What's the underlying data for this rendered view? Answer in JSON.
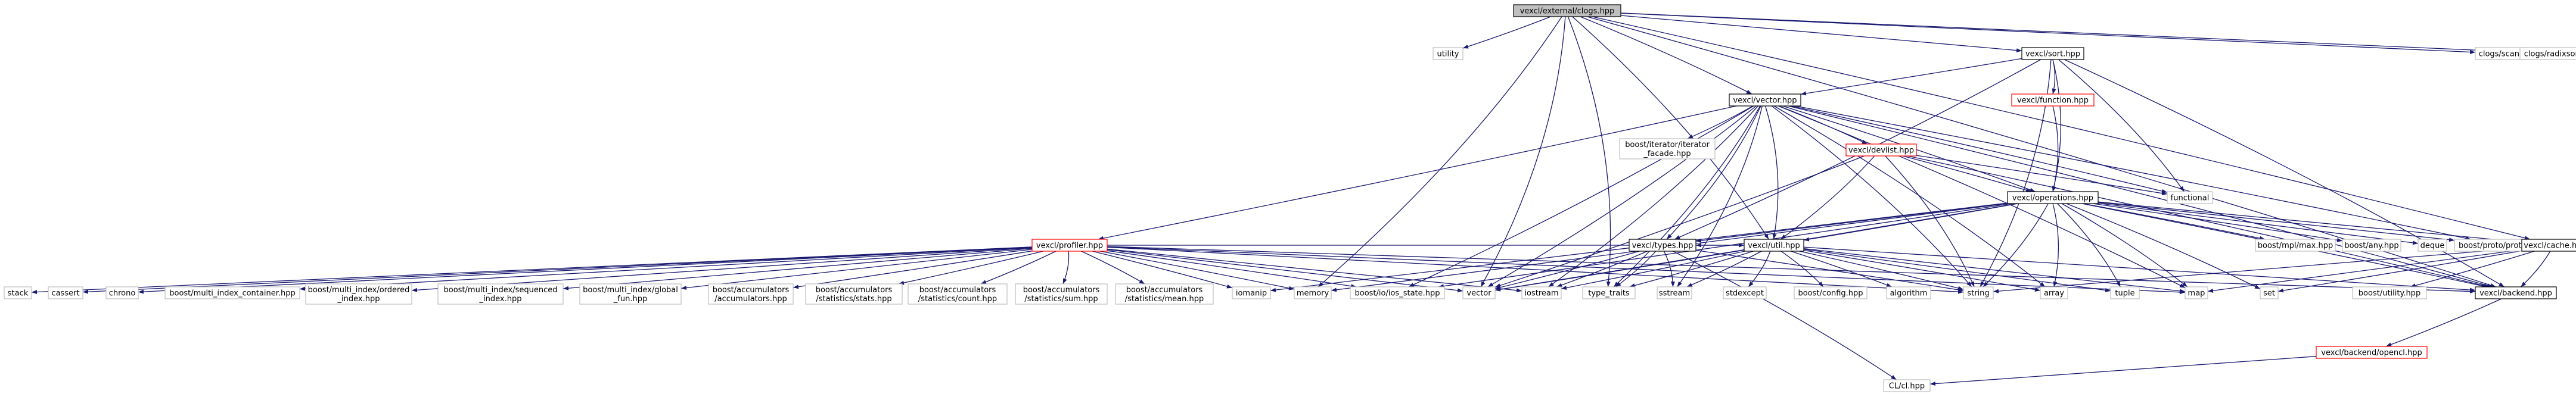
{
  "colors": {
    "edge": "#191970",
    "root_fill": "#bfbfbf",
    "root_stroke": "#000000",
    "doc_stroke": "#000000",
    "undoc_stroke": "#ff0000",
    "external_stroke": "#bfbfbf"
  },
  "nodes": [
    {
      "id": "clogs",
      "lines": [
        "vexcl/external/clogs.hpp"
      ],
      "kind": "root"
    },
    {
      "id": "utility",
      "lines": [
        "utility"
      ],
      "kind": "external"
    },
    {
      "id": "sort",
      "lines": [
        "vexcl/sort.hpp"
      ],
      "kind": "doc"
    },
    {
      "id": "scan",
      "lines": [
        "clogs/scan.h"
      ],
      "kind": "external"
    },
    {
      "id": "radixsort",
      "lines": [
        "clogs/radixsort.h"
      ],
      "kind": "external"
    },
    {
      "id": "vector_hpp",
      "lines": [
        "vexcl/vector.hpp"
      ],
      "kind": "doc"
    },
    {
      "id": "function_hpp",
      "lines": [
        "vexcl/function.hpp"
      ],
      "kind": "undoc"
    },
    {
      "id": "iter_facade",
      "lines": [
        "boost/iterator/iterator",
        "_facade.hpp"
      ],
      "kind": "external"
    },
    {
      "id": "devlist",
      "lines": [
        "vexcl/devlist.hpp"
      ],
      "kind": "undoc"
    },
    {
      "id": "functional",
      "lines": [
        "functional"
      ],
      "kind": "external"
    },
    {
      "id": "operations",
      "lines": [
        "vexcl/operations.hpp"
      ],
      "kind": "doc"
    },
    {
      "id": "profiler",
      "lines": [
        "vexcl/profiler.hpp"
      ],
      "kind": "undoc"
    },
    {
      "id": "types",
      "lines": [
        "vexcl/types.hpp"
      ],
      "kind": "doc"
    },
    {
      "id": "util",
      "lines": [
        "vexcl/util.hpp"
      ],
      "kind": "doc"
    },
    {
      "id": "mpl_max",
      "lines": [
        "boost/mpl/max.hpp"
      ],
      "kind": "external"
    },
    {
      "id": "any",
      "lines": [
        "boost/any.hpp"
      ],
      "kind": "external"
    },
    {
      "id": "deque",
      "lines": [
        "deque"
      ],
      "kind": "external"
    },
    {
      "id": "proto",
      "lines": [
        "boost/proto/proto.hpp"
      ],
      "kind": "external"
    },
    {
      "id": "cache",
      "lines": [
        "vexcl/cache.hpp"
      ],
      "kind": "doc"
    },
    {
      "id": "stack",
      "lines": [
        "stack"
      ],
      "kind": "external"
    },
    {
      "id": "cassert",
      "lines": [
        "cassert"
      ],
      "kind": "external"
    },
    {
      "id": "chrono",
      "lines": [
        "chrono"
      ],
      "kind": "external"
    },
    {
      "id": "mi_container",
      "lines": [
        "boost/multi_index_container.hpp"
      ],
      "kind": "external"
    },
    {
      "id": "mi_ordered",
      "lines": [
        "boost/multi_index/ordered",
        "_index.hpp"
      ],
      "kind": "external"
    },
    {
      "id": "mi_sequenced",
      "lines": [
        "boost/multi_index/sequenced",
        "_index.hpp"
      ],
      "kind": "external"
    },
    {
      "id": "mi_global",
      "lines": [
        "boost/multi_index/global",
        "_fun.hpp"
      ],
      "kind": "external"
    },
    {
      "id": "acc_acc",
      "lines": [
        "boost/accumulators",
        "/accumulators.hpp"
      ],
      "kind": "external"
    },
    {
      "id": "acc_stats",
      "lines": [
        "boost/accumulators",
        "/statistics/stats.hpp"
      ],
      "kind": "external"
    },
    {
      "id": "acc_count",
      "lines": [
        "boost/accumulators",
        "/statistics/count.hpp"
      ],
      "kind": "external"
    },
    {
      "id": "acc_sum",
      "lines": [
        "boost/accumulators",
        "/statistics/sum.hpp"
      ],
      "kind": "external"
    },
    {
      "id": "acc_mean",
      "lines": [
        "boost/accumulators",
        "/statistics/mean.hpp"
      ],
      "kind": "external"
    },
    {
      "id": "iomanip",
      "lines": [
        "iomanip"
      ],
      "kind": "external"
    },
    {
      "id": "memory",
      "lines": [
        "memory"
      ],
      "kind": "external"
    },
    {
      "id": "ios_state",
      "lines": [
        "boost/io/ios_state.hpp"
      ],
      "kind": "external"
    },
    {
      "id": "vector",
      "lines": [
        "vector"
      ],
      "kind": "external"
    },
    {
      "id": "iostream",
      "lines": [
        "iostream"
      ],
      "kind": "external"
    },
    {
      "id": "type_traits",
      "lines": [
        "type_traits"
      ],
      "kind": "external"
    },
    {
      "id": "sstream",
      "lines": [
        "sstream"
      ],
      "kind": "external"
    },
    {
      "id": "stdexcept",
      "lines": [
        "stdexcept"
      ],
      "kind": "external"
    },
    {
      "id": "config",
      "lines": [
        "boost/config.hpp"
      ],
      "kind": "external"
    },
    {
      "id": "algorithm",
      "lines": [
        "algorithm"
      ],
      "kind": "external"
    },
    {
      "id": "string",
      "lines": [
        "string"
      ],
      "kind": "external"
    },
    {
      "id": "array",
      "lines": [
        "array"
      ],
      "kind": "external"
    },
    {
      "id": "tuple",
      "lines": [
        "tuple"
      ],
      "kind": "external"
    },
    {
      "id": "map",
      "lines": [
        "map"
      ],
      "kind": "external"
    },
    {
      "id": "set",
      "lines": [
        "set"
      ],
      "kind": "external"
    },
    {
      "id": "bu_utility",
      "lines": [
        "boost/utility.hpp"
      ],
      "kind": "external"
    },
    {
      "id": "backend",
      "lines": [
        "vexcl/backend.hpp"
      ],
      "kind": "doc"
    },
    {
      "id": "be_opencl",
      "lines": [
        "vexcl/backend/opencl.hpp"
      ],
      "kind": "undoc"
    },
    {
      "id": "cl",
      "lines": [
        "CL/cl.hpp"
      ],
      "kind": "external"
    }
  ],
  "edges": [
    [
      "clogs",
      "utility"
    ],
    [
      "clogs",
      "sort"
    ],
    [
      "clogs",
      "scan"
    ],
    [
      "clogs",
      "radixsort"
    ],
    [
      "clogs",
      "vector_hpp"
    ],
    [
      "clogs",
      "memory"
    ],
    [
      "clogs",
      "vector"
    ],
    [
      "clogs",
      "type_traits"
    ],
    [
      "clogs",
      "util"
    ],
    [
      "clogs",
      "backend"
    ],
    [
      "clogs",
      "cache"
    ],
    [
      "sort",
      "vector_hpp"
    ],
    [
      "sort",
      "function_hpp"
    ],
    [
      "sort",
      "functional"
    ],
    [
      "sort",
      "string"
    ],
    [
      "sort",
      "backend"
    ],
    [
      "sort",
      "types"
    ],
    [
      "sort",
      "operations"
    ],
    [
      "function_hpp",
      "operations"
    ],
    [
      "vector_hpp",
      "iter_facade"
    ],
    [
      "vector_hpp",
      "devlist"
    ],
    [
      "vector_hpp",
      "functional"
    ],
    [
      "vector_hpp",
      "operations"
    ],
    [
      "vector_hpp",
      "profiler"
    ],
    [
      "vector_hpp",
      "types"
    ],
    [
      "vector_hpp",
      "util"
    ],
    [
      "vector_hpp",
      "vector"
    ],
    [
      "vector_hpp",
      "iostream"
    ],
    [
      "vector_hpp",
      "sstream"
    ],
    [
      "vector_hpp",
      "string"
    ],
    [
      "vector_hpp",
      "map"
    ],
    [
      "vector_hpp",
      "proto"
    ],
    [
      "vector_hpp",
      "backend"
    ],
    [
      "vector_hpp",
      "ios_state"
    ],
    [
      "vector_hpp",
      "type_traits"
    ],
    [
      "vector_hpp",
      "array"
    ],
    [
      "devlist",
      "functional"
    ],
    [
      "devlist",
      "util"
    ],
    [
      "devlist",
      "operations"
    ],
    [
      "devlist",
      "string"
    ],
    [
      "devlist",
      "backend"
    ],
    [
      "devlist",
      "vector"
    ],
    [
      "operations",
      "types"
    ],
    [
      "operations",
      "util"
    ],
    [
      "operations",
      "mpl_max"
    ],
    [
      "operations",
      "any"
    ],
    [
      "operations",
      "deque"
    ],
    [
      "operations",
      "proto"
    ],
    [
      "operations",
      "cache"
    ],
    [
      "operations",
      "backend"
    ],
    [
      "operations",
      "iomanip"
    ],
    [
      "operations",
      "string"
    ],
    [
      "operations",
      "vector"
    ],
    [
      "operations",
      "array"
    ],
    [
      "operations",
      "tuple"
    ],
    [
      "operations",
      "map"
    ],
    [
      "operations",
      "set"
    ],
    [
      "operations",
      "memory"
    ],
    [
      "operations",
      "ios_state"
    ],
    [
      "profiler",
      "stack"
    ],
    [
      "profiler",
      "cassert"
    ],
    [
      "profiler",
      "chrono"
    ],
    [
      "profiler",
      "mi_container"
    ],
    [
      "profiler",
      "mi_ordered"
    ],
    [
      "profiler",
      "mi_sequenced"
    ],
    [
      "profiler",
      "mi_global"
    ],
    [
      "profiler",
      "acc_acc"
    ],
    [
      "profiler",
      "acc_stats"
    ],
    [
      "profiler",
      "acc_count"
    ],
    [
      "profiler",
      "acc_sum"
    ],
    [
      "profiler",
      "acc_mean"
    ],
    [
      "profiler",
      "iomanip"
    ],
    [
      "profiler",
      "memory"
    ],
    [
      "profiler",
      "ios_state"
    ],
    [
      "profiler",
      "vector"
    ],
    [
      "profiler",
      "iostream"
    ],
    [
      "profiler",
      "string"
    ],
    [
      "profiler",
      "map"
    ],
    [
      "profiler",
      "backend"
    ],
    [
      "profiler",
      "util"
    ],
    [
      "types",
      "iostream"
    ],
    [
      "types",
      "sstream"
    ],
    [
      "types",
      "string"
    ],
    [
      "types",
      "type_traits"
    ],
    [
      "types",
      "vector"
    ],
    [
      "types",
      "cl"
    ],
    [
      "util",
      "type_traits"
    ],
    [
      "util",
      "iostream"
    ],
    [
      "util",
      "sstream"
    ],
    [
      "util",
      "stdexcept"
    ],
    [
      "util",
      "config"
    ],
    [
      "util",
      "algorithm"
    ],
    [
      "util",
      "string"
    ],
    [
      "util",
      "array"
    ],
    [
      "util",
      "tuple"
    ],
    [
      "util",
      "map"
    ],
    [
      "util",
      "vector"
    ],
    [
      "util",
      "backend"
    ],
    [
      "util",
      "types"
    ],
    [
      "cache",
      "map"
    ],
    [
      "cache",
      "set"
    ],
    [
      "cache",
      "bu_utility"
    ],
    [
      "cache",
      "backend"
    ],
    [
      "cache",
      "string"
    ],
    [
      "backend",
      "be_opencl"
    ],
    [
      "be_opencl",
      "cl"
    ]
  ]
}
